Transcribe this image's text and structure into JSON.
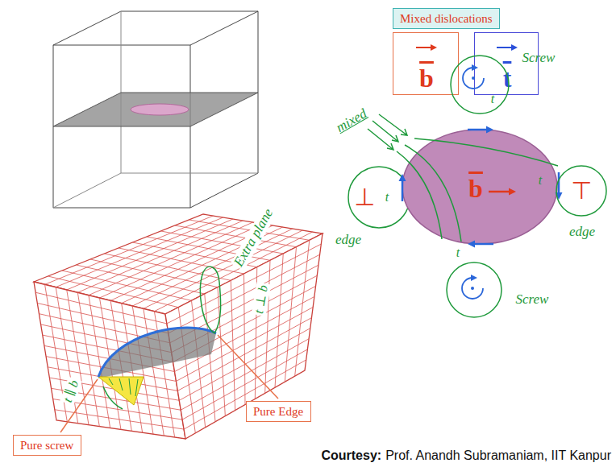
{
  "diagram": {
    "nodes": [
      {
        "text": [
          "Mixed dislocations"
        ]
      },
      {
        "text": [
          "b"
        ]
      },
      {
        "text": [
          "t"
        ]
      },
      {
        "text": [
          "t"
        ]
      },
      {
        "text": [
          "⊥",
          "t"
        ]
      },
      {
        "text": [
          "b"
        ]
      },
      {
        "text": [
          "⊤"
        ]
      },
      {
        "text": [
          "Pure screw"
        ]
      },
      {
        "text": [
          "Pure Edge"
        ]
      }
    ],
    "labels": [
      "Screw",
      "mixed",
      "edge",
      "t",
      "edge",
      "t",
      "Screw",
      "Extra plane",
      "t ⊥ b",
      "t ∥ b",
      "Courtesy:",
      "Prof. Anandh Subramaniam, IIT Kanpur"
    ]
  }
}
